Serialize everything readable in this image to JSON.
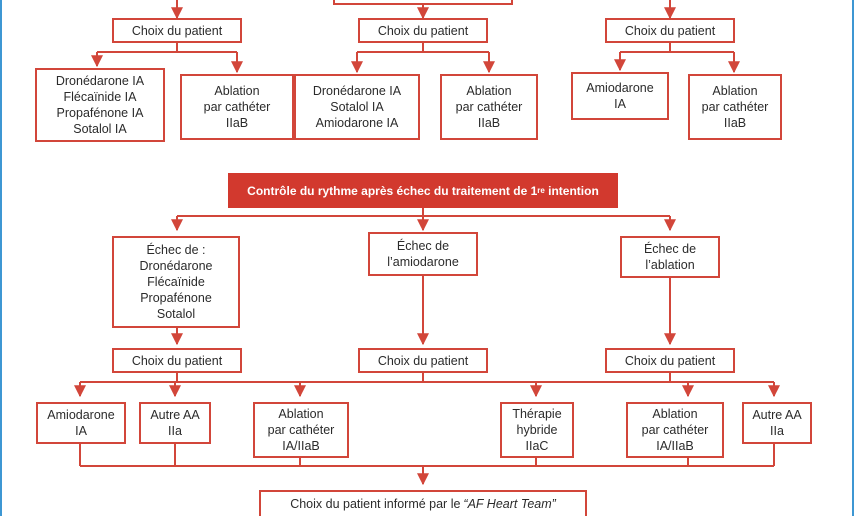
{
  "colors": {
    "accent": "#d2392e",
    "border": "#d2463a",
    "frame": "#3d97d3",
    "text": "#2b2b2b"
  },
  "top_section": {
    "choice_1": "Choix du patient",
    "choice_2": "Choix du patient",
    "choice_3": "Choix du patient",
    "col1_drugs": "Dronédarone IA\nFlécaïnide IA\nPropafénone IA\nSotalol IA",
    "col1_ablation": "Ablation\npar cathéter\nIIaB",
    "col2_drugs": "Dronédarone IA\nSotalol IA\nAmiodarone IA",
    "col2_ablation": "Ablation\npar cathéter\nIIaB",
    "col3_drugs": "Amiodarone\nIA",
    "col3_ablation": "Ablation\npar cathéter\nIIaB"
  },
  "banner": {
    "text_main": "Contrôle du rythme après échec du traitement de 1",
    "text_sup": "re",
    "text_end": " intention"
  },
  "failure": {
    "fail_1": "Échec de :\nDronédarone\nFlécaïnide\nPropafénone\nSotalol",
    "fail_2": "Échec de\nl’amiodarone",
    "fail_3": "Échec de\nl’ablation"
  },
  "bottom_section": {
    "choice_1": "Choix du patient",
    "choice_2": "Choix du patient",
    "choice_3": "Choix du patient",
    "opt_amiodarone": "Amiodarone\nIA",
    "opt_autre_aa_1": "Autre AA\nIIa",
    "opt_ablation_1": "Ablation\npar cathéter\nIA/IIaB",
    "opt_hybride": "Thérapie\nhybride\nIIaC",
    "opt_ablation_2": "Ablation\npar cathéter\nIA/IIaB",
    "opt_autre_aa_2": "Autre AA\nIIa"
  },
  "final_box": {
    "text": "Choix du patient informé par le",
    "team": "“AF Heart Team”"
  }
}
